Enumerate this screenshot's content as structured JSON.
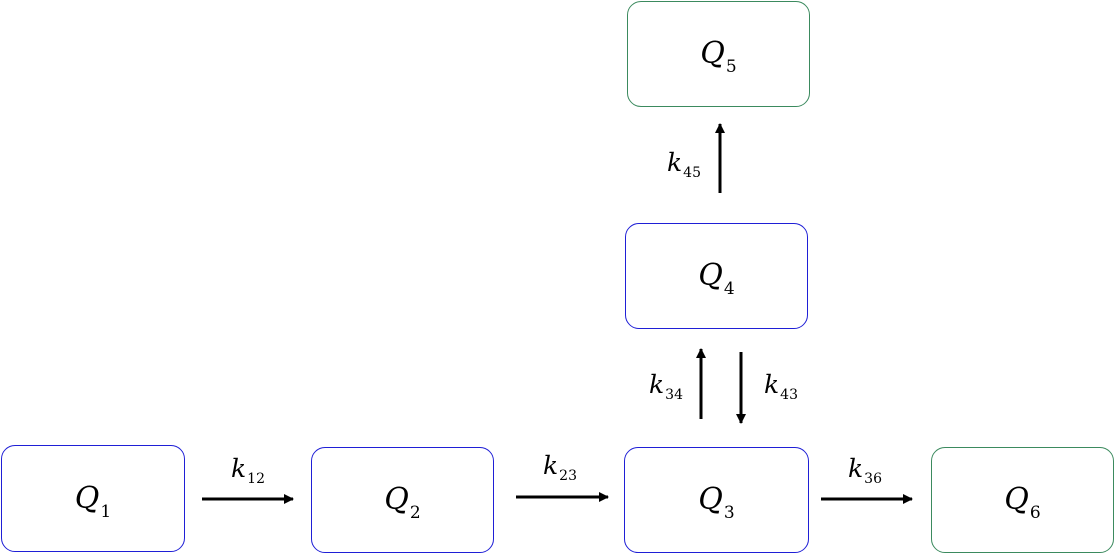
{
  "compartments": {
    "q1": {
      "symbol": "Q",
      "index": "1",
      "kind": "internal"
    },
    "q2": {
      "symbol": "Q",
      "index": "2",
      "kind": "internal"
    },
    "q3": {
      "symbol": "Q",
      "index": "3",
      "kind": "internal"
    },
    "q4": {
      "symbol": "Q",
      "index": "4",
      "kind": "internal"
    },
    "q5": {
      "symbol": "Q",
      "index": "5",
      "kind": "sink"
    },
    "q6": {
      "symbol": "Q",
      "index": "6",
      "kind": "sink"
    }
  },
  "transfers": {
    "k12": {
      "symbol": "k",
      "index": "12",
      "from": "Q1",
      "to": "Q2"
    },
    "k23": {
      "symbol": "k",
      "index": "23",
      "from": "Q2",
      "to": "Q3"
    },
    "k36": {
      "symbol": "k",
      "index": "36",
      "from": "Q3",
      "to": "Q6"
    },
    "k34": {
      "symbol": "k",
      "index": "34",
      "from": "Q3",
      "to": "Q4"
    },
    "k43": {
      "symbol": "k",
      "index": "43",
      "from": "Q4",
      "to": "Q3"
    },
    "k45": {
      "symbol": "k",
      "index": "45",
      "from": "Q4",
      "to": "Q5"
    }
  },
  "colors": {
    "internal_border": "#1f1fd6",
    "sink_border": "#3b8a5e",
    "arrow": "#000000",
    "background": "#ffffff"
  }
}
